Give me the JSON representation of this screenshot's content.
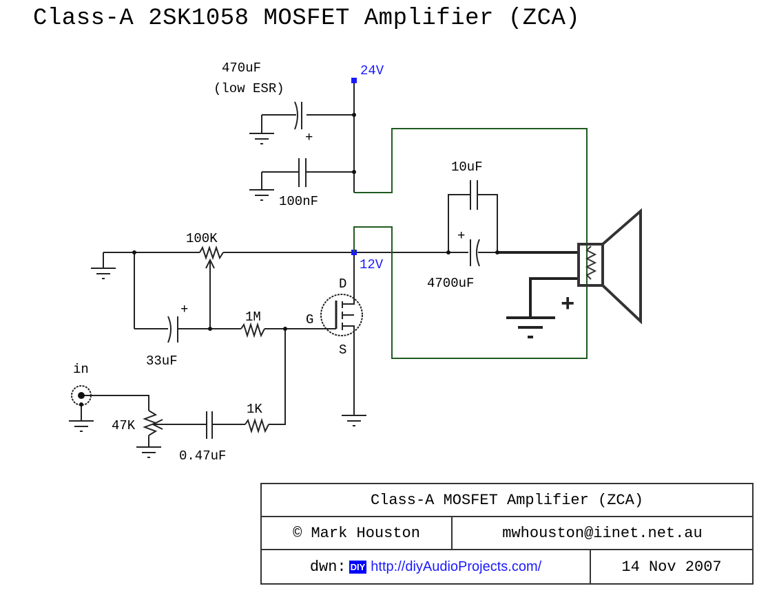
{
  "title": "Class-A 2SK1058 MOSFET Amplifier (ZCA)",
  "labels": {
    "c_470uf": "470uF",
    "c_470uf_note": "(low ESR)",
    "c_100nf": "100nF",
    "c_10uf": "10uF",
    "c_4700uf": "4700uF",
    "c_33uf": "33uF",
    "c_047uf": "0.47uF",
    "r_100k": "100K",
    "r_1m": "1M",
    "r_1k": "1K",
    "r_47k": "47K",
    "mosfet_d": "D",
    "mosfet_g": "G",
    "mosfet_s": "S",
    "input": "in",
    "plus": "+",
    "v_24": "24V",
    "v_12": "12V"
  },
  "colors": {
    "wire": "#222222",
    "voltage_node": "#1a1aff",
    "board_outline": "#1e5a1e"
  },
  "title_block": {
    "heading": "Class-A MOSFET Amplifier (ZCA)",
    "author": "© Mark Houston",
    "email": "mwhouston@iinet.net.au",
    "drawn_prefix": "dwn:",
    "diy_badge": "DIY",
    "url": "http://diyAudioProjects.com/",
    "date": "14 Nov 2007"
  }
}
